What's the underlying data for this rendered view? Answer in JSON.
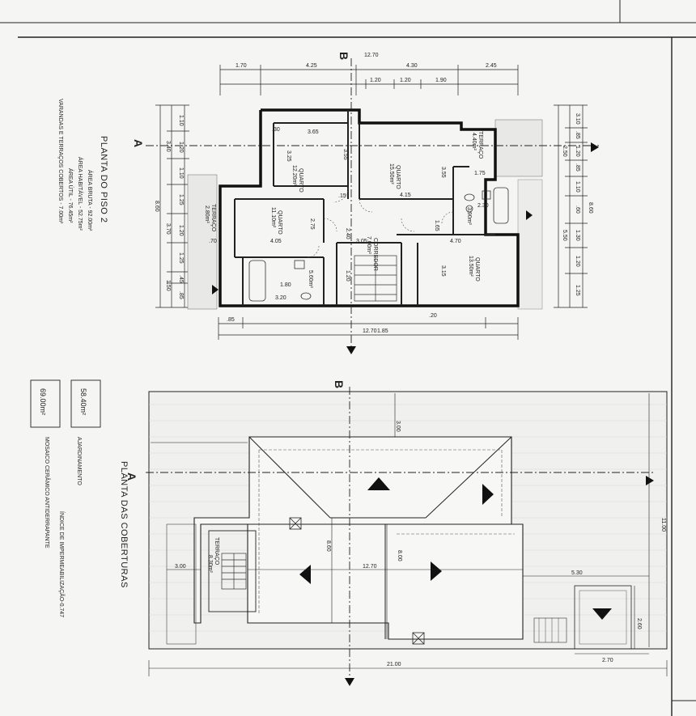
{
  "floor_plan": {
    "title": "PLANTA DO PISO 2",
    "areas": [
      "ÁREA BRUTA  -  92.00m²",
      "ÁREA HABITÁVEL  -  52.75m²",
      "ÁREA ÚTIL  -  76.45m²",
      "VARANDAS E TERRAÇOS COBERTOS  -  7.00m²"
    ],
    "top_dims_1": [
      "1.70",
      "4.25",
      "12.70",
      "4.30",
      "2.45"
    ],
    "top_dims_2": [
      "1.20",
      "1.20",
      "1.90"
    ],
    "left_dims_a": [
      "1.10",
      "1.20",
      "1.10",
      "1.25",
      "1.20",
      "1.25",
      ".45",
      ".85"
    ],
    "left_dims_b": [
      "3.40",
      "8.60",
      "3.70",
      "1.50"
    ],
    "right_dims_a": [
      "3.10",
      ".85",
      "1.20",
      ".85",
      "1.10",
      ".60",
      "1.30",
      "1.20",
      "1.25"
    ],
    "right_dims_b": [
      "2.50",
      "8.60",
      "5.50"
    ],
    "bottom_dims": [
      ".85",
      "12.70",
      "1.85"
    ],
    "section_b": "B",
    "section_a": "A",
    "rooms": {
      "quarto1": {
        "name": "QUARTO",
        "area": "12.20m²"
      },
      "quarto2": {
        "name": "QUARTO",
        "area": "15.50m²"
      },
      "quarto3": {
        "name": "QUARTO",
        "area": "11.10m²"
      },
      "quarto4": {
        "name": "QUARTO",
        "area": "13.50m²"
      },
      "terraco1": {
        "name": "TERRAÇO",
        "area": "4.40m²"
      },
      "terraco2": {
        "name": "TERRAÇO",
        "area": "2.80m²"
      },
      "corredor": {
        "name": "CORREDOR",
        "area": "7.00m²"
      },
      "wc1": {
        "area": "3.90m²"
      },
      "wc2": {
        "area": "5.60m²"
      }
    },
    "inner_dims": [
      "3.65",
      "3.25",
      "3.55",
      "4.15",
      "3.55",
      "1.75",
      "2.30",
      "2.75",
      "4.05",
      "3.05",
      "4.70",
      "3.15",
      "1.80",
      "3.20",
      ".30",
      ".15",
      "2.40",
      "1.65",
      ".70",
      "1.20",
      ".20"
    ]
  },
  "roof_plan": {
    "title": "PLANTA DAS COBERTURAS",
    "index": "ÍNDICE DE IMPERMEABILIZAÇÃO-0.747",
    "area_a": "58.40m²",
    "label_a": "AJARDINAMENTO",
    "area_b": "69.00m²",
    "label_b": "MOSAICO CERÂMICO ANTIDERRAPANTE",
    "dims": [
      "3.00",
      "11.00",
      "8.60",
      "12.70",
      "8.00",
      "3.00",
      "5.30",
      "2.60",
      "2.70",
      "21.00"
    ],
    "terraco": {
      "name": "TERRAÇO",
      "area": "8.30m²"
    },
    "section_b": "B",
    "section_a": "A"
  },
  "colors": {
    "line": "#222222",
    "paper": "#f5f5f3"
  }
}
